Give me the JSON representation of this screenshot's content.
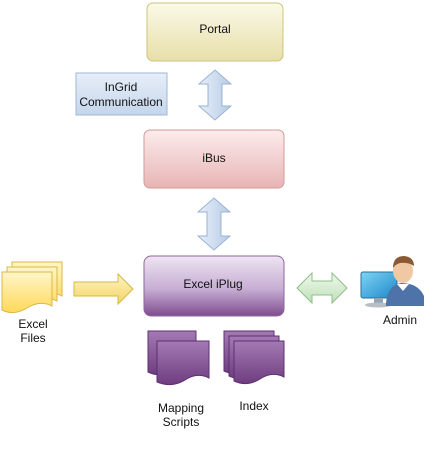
{
  "nodes": {
    "portal": "Portal",
    "ibus": "iBus",
    "excel_iplug": "Excel iPlug",
    "ingrid_communication": [
      "InGrid",
      "Communication"
    ]
  },
  "resources": {
    "excel_files": [
      "Excel",
      "Files"
    ],
    "mapping_scripts": [
      "Mapping",
      "Scripts"
    ],
    "index": "Index",
    "admin": "Admin"
  },
  "colors": {
    "portal_fill": "#f1edc8",
    "ibus_fill": "#f6d8d8",
    "iplug_fill": "#c7aed3",
    "ingrid_fill": "#d6e4f3",
    "vertical_arrow": "#cddcf0",
    "horizontal_arrow": "#f8e79c",
    "admin_arrow": "#d6ecd2",
    "document_purple": "#8a5a9b",
    "document_yellow": "#ffe27a"
  }
}
